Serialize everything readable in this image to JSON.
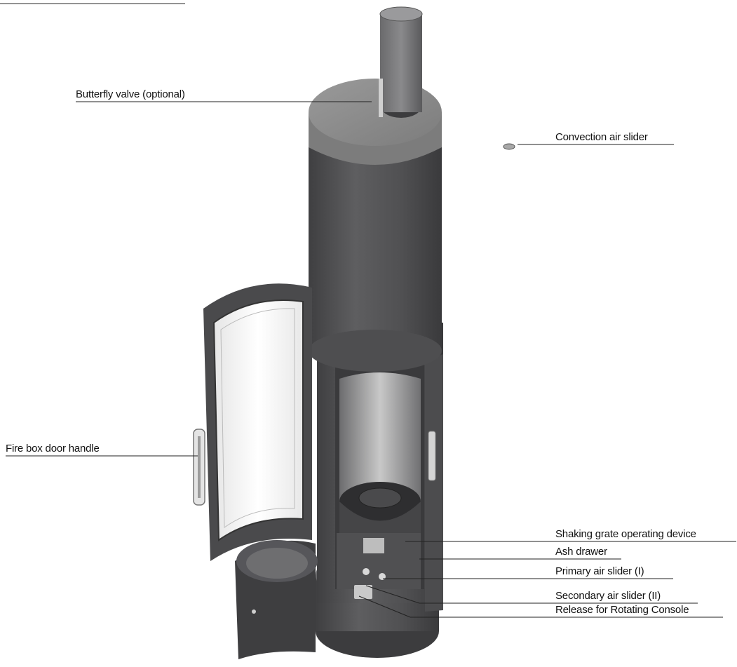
{
  "labels": {
    "butterfly_valve": "Butterfly valve (optional)",
    "convection_air_slider": "Convection air slider",
    "fire_box_door_handle": "Fire box door handle",
    "shaking_grate": "Shaking grate operating device",
    "ash_drawer": "Ash drawer",
    "primary_air_slider": "Primary air slider (I)",
    "secondary_air_slider": "Secondary air slider (II)",
    "release_rotating_console": "Release for Rotating Console"
  },
  "colors": {
    "body_dark": "#4a4a4c",
    "body_mid": "#5c5c5e",
    "stone_top": "#8e8e8e",
    "glass": "#f2f2f2",
    "line": "#222222"
  }
}
